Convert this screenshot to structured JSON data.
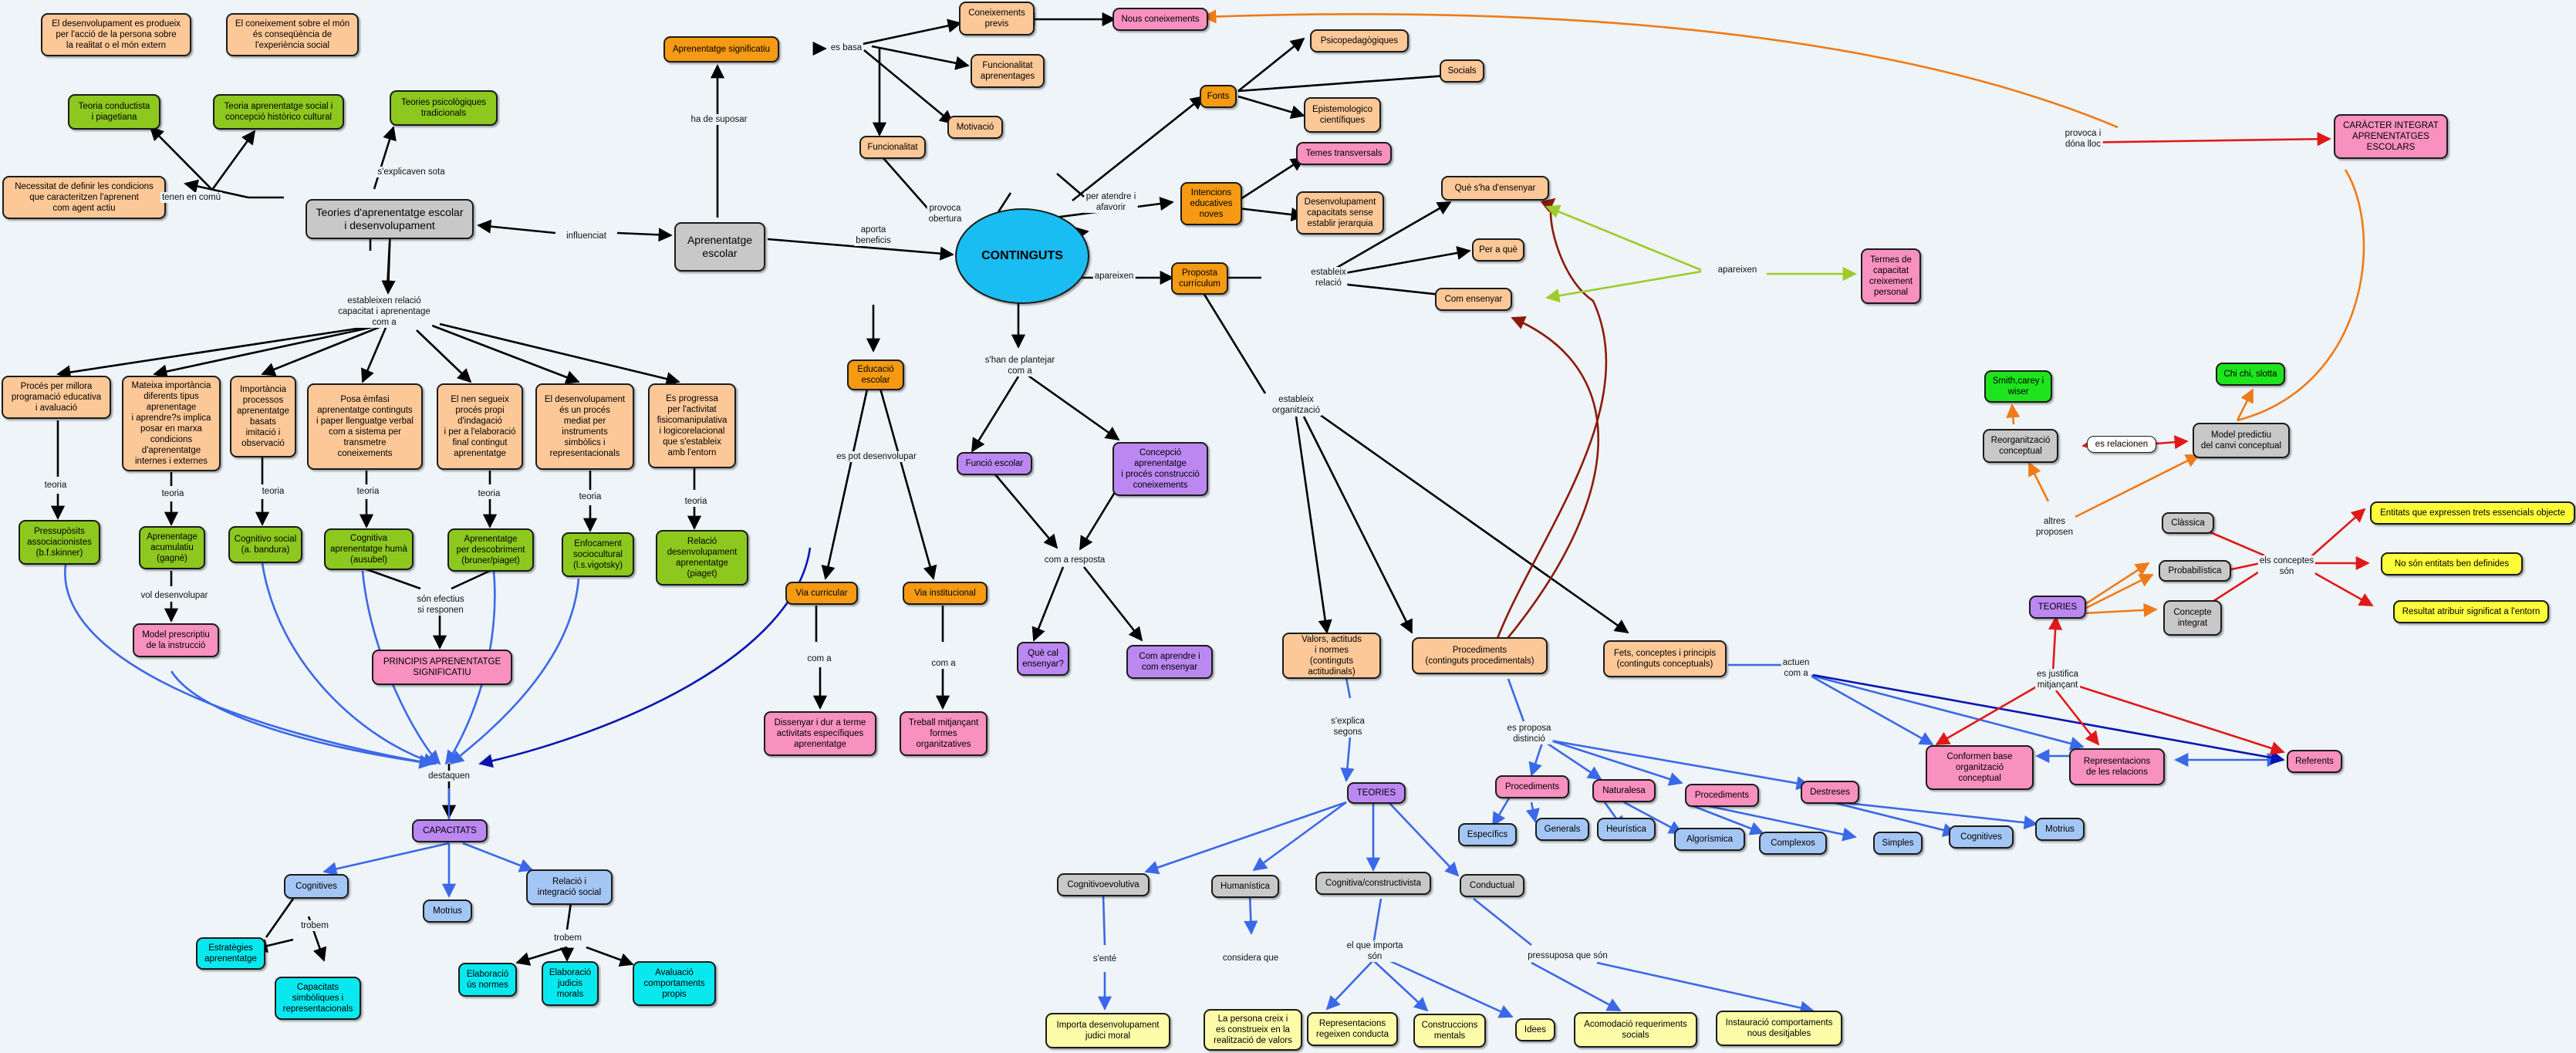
{
  "nodes": {
    "n1": "El desenvolupament es produeix\nper l'acció de la persona sobre\nla realitat o el món extern",
    "n2": "El coneixement sobre el món\nés conseqüència de\nl'experiència social",
    "n3": "Teoria conductista\ni piagetiana",
    "n4": "Teoria aprenentatge social i\nconcepció històrico cultural",
    "n5": "Teories psicològiques\ntradicionals",
    "n6": "Necessitat de definir les condicions\nque caracteritzen l'aprenent\ncom agent actiu",
    "n7": "Teories  d'aprenentatge escolar\ni desenvolupament",
    "n8": "Aprenentatge significatiu",
    "n9": "Aprenentatge\nescolar",
    "n10": "Coneixements\nprevis",
    "n11": "Funcionalitat\naprenentages",
    "n12": "Motivació",
    "n13": "Funcionalitat",
    "n14": "Nous coneixements",
    "n15": "CONTINGUTS",
    "n16": "Fonts",
    "n17": "Psicopedagògiques",
    "n18": "Socials",
    "n19": "Epistemologico\ncientífiques",
    "n20": "Intencions\neducatives\nnoves",
    "n21": "Temes transversals",
    "n22": "Desenvolupament\ncapacitats sense\nestablir jerarquia",
    "n23": "Proposta\ncurrículum",
    "n24": "Què s'ha d'ensenyar",
    "n25": "Per a què",
    "n26": "Com ensenyar",
    "n27": "Termes de\ncapacitat\ncreixement\npersonal",
    "n28": "CARÀCTER INTEGRAT\nAPRENENTATGES\nESCOLARS",
    "n29": "Educació\nescolar",
    "n30": "Funció escolar",
    "n31": "Concepció\naprenentatge\ni procés construcció\nconeixements",
    "n32": "Què cal\nensenyar?",
    "n33": "Com  aprendre i\ncom ensenyar",
    "n34": "Via curricular",
    "n35": "Via institucional",
    "n36": "Dissenyar i dur a terme\nactivitats específiques\naprenentatge",
    "n37": "Treball mitjançant\nformes\norganitzatives",
    "n38": "Procés per millora\nprogramació educativa\ni avaluació",
    "n39": "Mateixa importància\ndiferents tipus\naprenentage\ni aprendre?s implica\nposar en marxa\ncondicions\nd'aprenentatge\ninternes i externes",
    "n40": "Importància\nprocessos\naprenentatge\nbasats\nimitació i\nobservació",
    "n41": "Posa èmfasi\naprenentatge continguts\ni paper llenguatge verbal\ncom a sistema per\ntransmetre\nconeixements",
    "n42": "El nen segueix\nprocés propi\nd'indagació\ni per a l'elaboració\nfinal contingut\naprenentatge",
    "n43": "El desenvolupament\nés un procés\nmediat per\ninstruments\nsimbòlics i\nrepresentacionals",
    "n44": "Es progressa\nper l'activitat\nfisicomanipulativa\ni logicorelacional\nque s'estableix\namb l'entorn",
    "n45": "Pressupòsits\nassociacionistes\n(b.f.skinner)",
    "n46": "Aprenentage\nacumulatiu\n(gagné)",
    "n47": "Cognitivo social\n(a. bandura)",
    "n48": "Cognitiva\naprenentatge humà\n(ausubel)",
    "n49": "Aprenentatge\nper descobriment\n(bruner/piaget)",
    "n50": "Enfocament\nsociocultural\n(l.s.vigotsky)",
    "n51": "Relació\ndesenvolupament\naprenentatge\n(piaget)",
    "n52": "Model prescriptiu\nde la instrucció",
    "n53": "PRINCIPIS APRENENTATGE\nSIGNIFICATIU",
    "n54": "CAPACITATS",
    "n55": "Cognitives",
    "n56": "Motrius",
    "n57": "Relació i\nintegració social",
    "n58": "Estratègies\naprenentatge",
    "n59": "Capacitats\nsimbòliques i\nrepresentacionals",
    "n60": "Elaboració\nús normes",
    "n61": "Elaboració\njudicis\nmorals",
    "n62": "Avaluació\ncomportaments\npropis",
    "n63": "Valors, actituds\ni normes\n(continguts actitudinals)",
    "n64": "Procediments\n(continguts procedimentals)",
    "n65": "Fets, conceptes i principis\n(continguts conceptuals)",
    "n66": "TEORIES",
    "n67": "Cognitivoevolutiva",
    "n68": "Humanística",
    "n69": "Cognitiva/constructivista",
    "n70": "Conductual",
    "n71": "Importa desenvolupament\njudici moral",
    "n72": "La persona creix i\nes construeix en la\nrealització de valors",
    "n73": "Representacions\nregeixen conducta",
    "n74": "Construccions\nmentals",
    "n75": "Idees",
    "n76": "Acomodació requeriments\nsocials",
    "n77": "Instauració comportaments\nnous desitjables",
    "n78": "Procediments",
    "n79": "Naturalesa",
    "n80": "Procediments",
    "n81": "Destreses",
    "n82": "Específics",
    "n83": "Generals",
    "n84": "Heurística",
    "n85": "Algorísmica",
    "n86": "Complexos",
    "n87": "Simples",
    "n88": "Cognitives",
    "n89": "Motrius",
    "n90": "Conformen base\norganització\nconceptual",
    "n91": "Representacions\nde les relacions",
    "n92": "Referents",
    "n93": "TEORIES",
    "n94": "Clàssica",
    "n95": "Probabilística",
    "n96": "Concepte\nintegrat",
    "n97": "Entitats que expressen trets essencials objecte",
    "n98": "No són entitats ben definides",
    "n99": "Resultat atribuir significat a l'entorn",
    "n100": "Reorganització\nconceptual",
    "n101": "es relacionen",
    "n102": "Model predictiu\ndel canvi conceptual",
    "n103": "Smith,carey i\nwiser",
    "n104": "Chi chi, slotta"
  },
  "labels": {
    "l1": "tenen en comú",
    "l2": "s'explicaven sota",
    "l3": "influenciat",
    "l4": "ha de suposar",
    "l5": "es basa",
    "l6": "provoca\nobertura",
    "l7": "aporta\nbeneficis",
    "l8": "per  atendre i\nafavorir",
    "l9": "apareixen",
    "l10": "estableix\nrelació",
    "l11": "apareixen",
    "l12": "provoca i\ndóna lloc",
    "l13": "estableixen relació\ncapacitat i aprenentage\ncom a",
    "l14": "teoria",
    "l15": "teoria",
    "l16": "teoria",
    "l17": "teoria",
    "l18": "teoria",
    "l19": "teoria",
    "l20": "teoria",
    "l21": "vol desenvolupar",
    "l22": "són efectius\nsi responen",
    "l23": "destaquen",
    "l24": "trobem",
    "l25": "trobem",
    "l26": "es pot desenvolupar",
    "l27": "s'han de plantejar\ncom a",
    "l28": "com a resposta",
    "l29": "com a",
    "l30": "com a",
    "l31": "estableix\norganització",
    "l32": "s'explica\nsegons",
    "l33": "s'enté",
    "l34": "considera que",
    "l35": "el que importa\nsón",
    "l36": "pressuposa que són",
    "l37": "es proposa\ndistinció",
    "l38": "actuen\ncom a",
    "l39": "es justifica\nmitjançant",
    "l40": "els conceptes\nsón",
    "l41": "altres\nproposen"
  },
  "colors": {
    "peach": "#fcc898",
    "orange": "#f59a12",
    "green": "#8cc81e",
    "gray": "#c8c8c8",
    "pink": "#f890c0",
    "purple": "#bb88f2",
    "blue": "#a4c6f4",
    "cyan": "#08e8ef",
    "yellow": "#fdfd3a",
    "ellipse": "#19bdf2"
  }
}
